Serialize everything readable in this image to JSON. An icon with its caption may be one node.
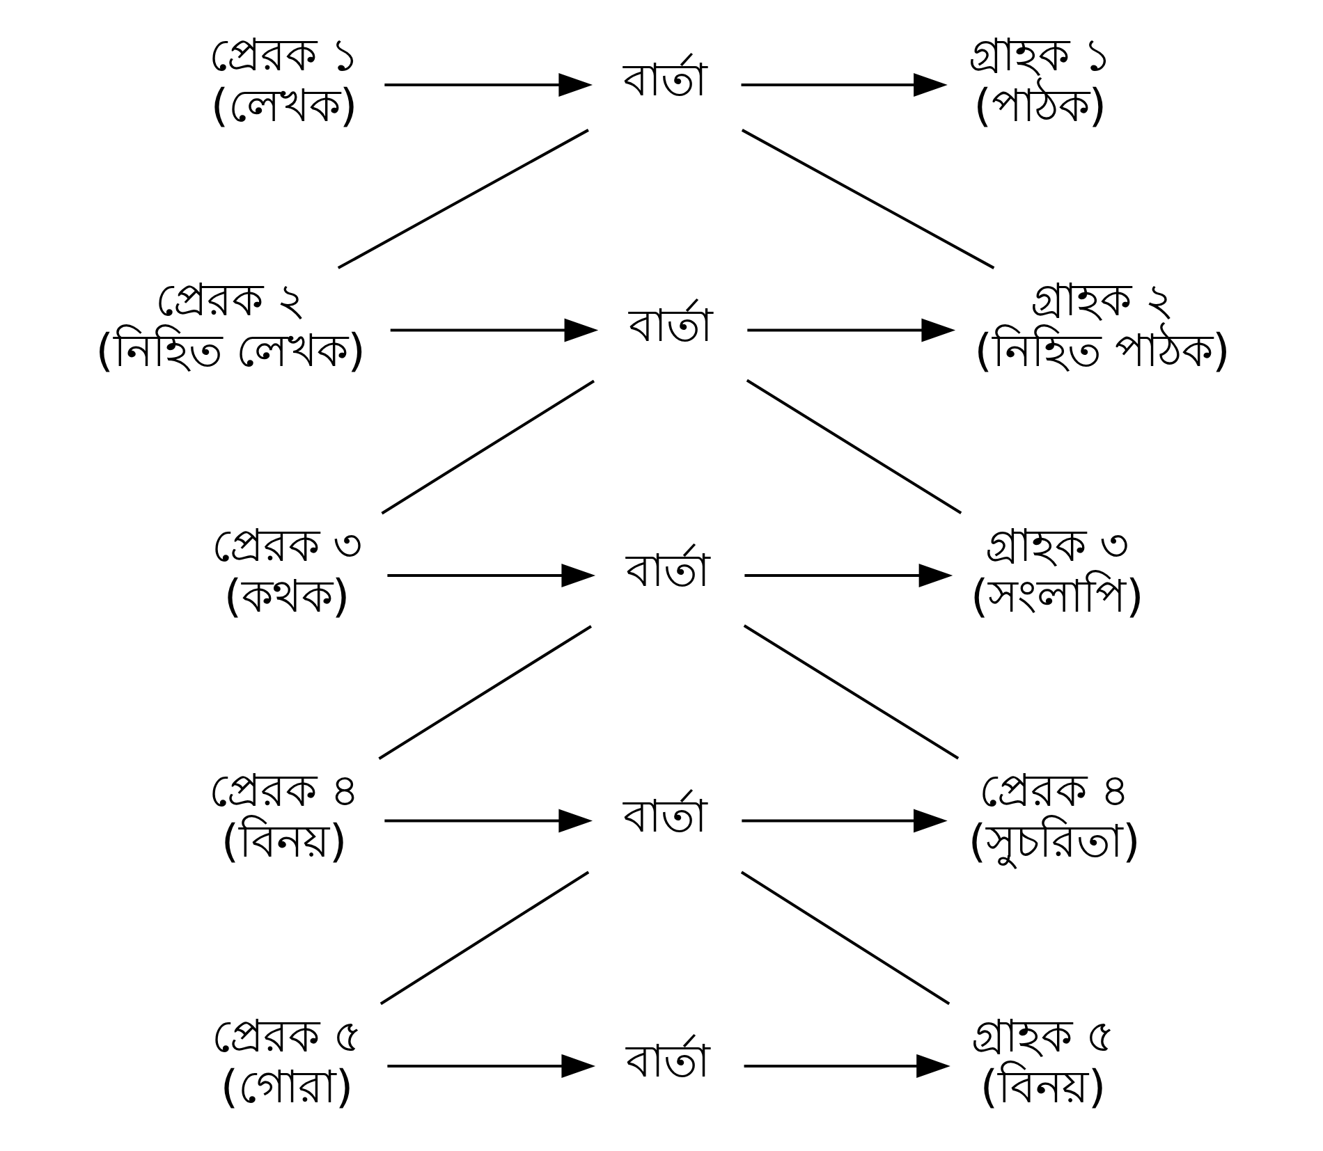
{
  "diagram": {
    "nodes": [
      {
        "text": [
          "প্রেরক ১",
          "(লেখক)"
        ]
      },
      {
        "text": [
          "বার্তা"
        ]
      },
      {
        "text": [
          "গ্রাহক ১",
          "(পাঠক)"
        ]
      },
      {
        "text": [
          "প্রেরক ২",
          "(নিহিত লেখক)"
        ]
      },
      {
        "text": [
          "বার্তা"
        ]
      },
      {
        "text": [
          "গ্রাহক ২",
          "(নিহিত পাঠক)"
        ]
      },
      {
        "text": [
          "প্রেরক ৩",
          "(কথক)"
        ]
      },
      {
        "text": [
          "বার্তা"
        ]
      },
      {
        "text": [
          "গ্রাহক ৩",
          "(সংলাপি)"
        ]
      },
      {
        "text": [
          "প্রেরক ৪",
          "(বিনয়)"
        ]
      },
      {
        "text": [
          "বার্তা"
        ]
      },
      {
        "text": [
          "প্রেরক ৪",
          "(সুচরিতা)"
        ]
      },
      {
        "text": [
          "প্রেরক ৫",
          "(গোরা)"
        ]
      },
      {
        "text": [
          "বার্তা"
        ]
      },
      {
        "text": [
          "গ্রাহক ৫",
          "(বিনয়)"
        ]
      }
    ],
    "edges": [
      {
        "from": 0,
        "to": 1,
        "arrow": "to"
      },
      {
        "from": 1,
        "to": 2,
        "arrow": "to"
      },
      {
        "from": 1,
        "to": 3,
        "arrow": "none"
      },
      {
        "from": 1,
        "to": 5,
        "arrow": "none"
      },
      {
        "from": 3,
        "to": 4,
        "arrow": "to"
      },
      {
        "from": 4,
        "to": 5,
        "arrow": "to"
      },
      {
        "from": 4,
        "to": 6,
        "arrow": "none"
      },
      {
        "from": 4,
        "to": 8,
        "arrow": "none"
      },
      {
        "from": 6,
        "to": 7,
        "arrow": "to"
      },
      {
        "from": 7,
        "to": 8,
        "arrow": "to"
      },
      {
        "from": 7,
        "to": 9,
        "arrow": "none"
      },
      {
        "from": 7,
        "to": 11,
        "arrow": "none"
      },
      {
        "from": 9,
        "to": 10,
        "arrow": "to"
      },
      {
        "from": 10,
        "to": 11,
        "arrow": "to"
      },
      {
        "from": 10,
        "to": 12,
        "arrow": "none"
      },
      {
        "from": 10,
        "to": 14,
        "arrow": "none"
      },
      {
        "from": 12,
        "to": 13,
        "arrow": "to"
      },
      {
        "from": 13,
        "to": 14,
        "arrow": "to"
      }
    ]
  }
}
